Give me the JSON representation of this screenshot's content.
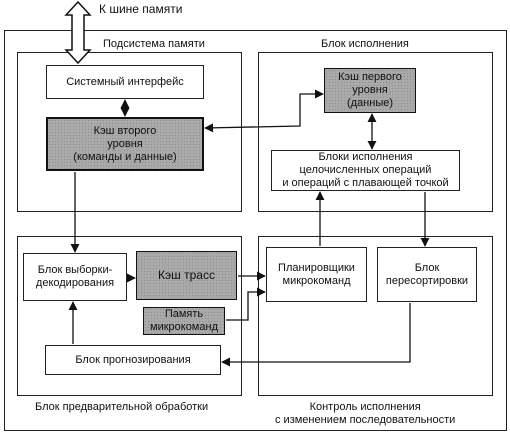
{
  "bus_label": "К шине памяти",
  "groups": {
    "memory": "Подсистема памяти",
    "execution": "Блок исполнения",
    "frontend": "Блок предварительной обработки",
    "ooo": "Контроль исполнения\nс изменением последовательности"
  },
  "blocks": {
    "system_interface": "Системный интерфейс",
    "l2_cache": "Кэш второго\nуровня\n(команды и данные)",
    "l1_cache": "Кэш первого\nуровня\n(данные)",
    "exec_units": "Блоки исполнения\nцелочисленных операций\nи операций с плавающей точкой",
    "fetch_decode": "Блок выборки-\nдекодирования",
    "trace_cache": "Кэш трасс",
    "microcode_rom": "Память\nмикрокоманд",
    "branch_predict": "Блок прогнозирования",
    "schedulers": "Планировщики\nмикрокоманд",
    "reorder": "Блок\nпересортировки"
  }
}
